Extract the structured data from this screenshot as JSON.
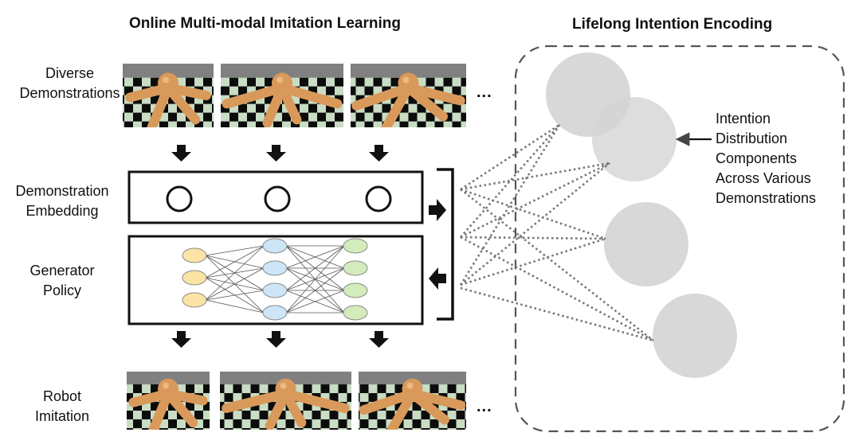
{
  "titles": {
    "left": "Online Multi-modal Imitation Learning",
    "right": "Lifelong Intention Encoding"
  },
  "row_labels": {
    "demos": [
      "Diverse",
      "Demonstrations"
    ],
    "embedding": [
      "Demonstration",
      "Embedding"
    ],
    "policy": [
      "Generator",
      "Policy"
    ],
    "imitation": [
      "Robot",
      "Imitation"
    ]
  },
  "ellipsis": "...",
  "intention_label": [
    "Intention",
    "Distribution",
    "Components",
    "Across Various",
    "Demonstrations"
  ],
  "demo_images": [
    {
      "icon": "ant-robot-legs-splayed"
    },
    {
      "icon": "ant-robot-legs-curled"
    },
    {
      "icon": "ant-robot-legs-forward"
    }
  ],
  "imitation_images": [
    {
      "icon": "ant-robot-legs-splayed"
    },
    {
      "icon": "ant-robot-legs-curled"
    },
    {
      "icon": "ant-robot-legs-forward"
    }
  ],
  "network": {
    "layers": [
      3,
      4,
      4
    ],
    "colors": [
      "#fbe4a5",
      "#cde6f7",
      "#d4ecbb"
    ]
  },
  "colors": {
    "robot": "#d9995a",
    "checker_light": "#c9ddc4",
    "checker_dark": "#0c0c0c",
    "sky": "#808080",
    "intention_circle": "#d4d4d4",
    "dashed_border": "#555555"
  }
}
